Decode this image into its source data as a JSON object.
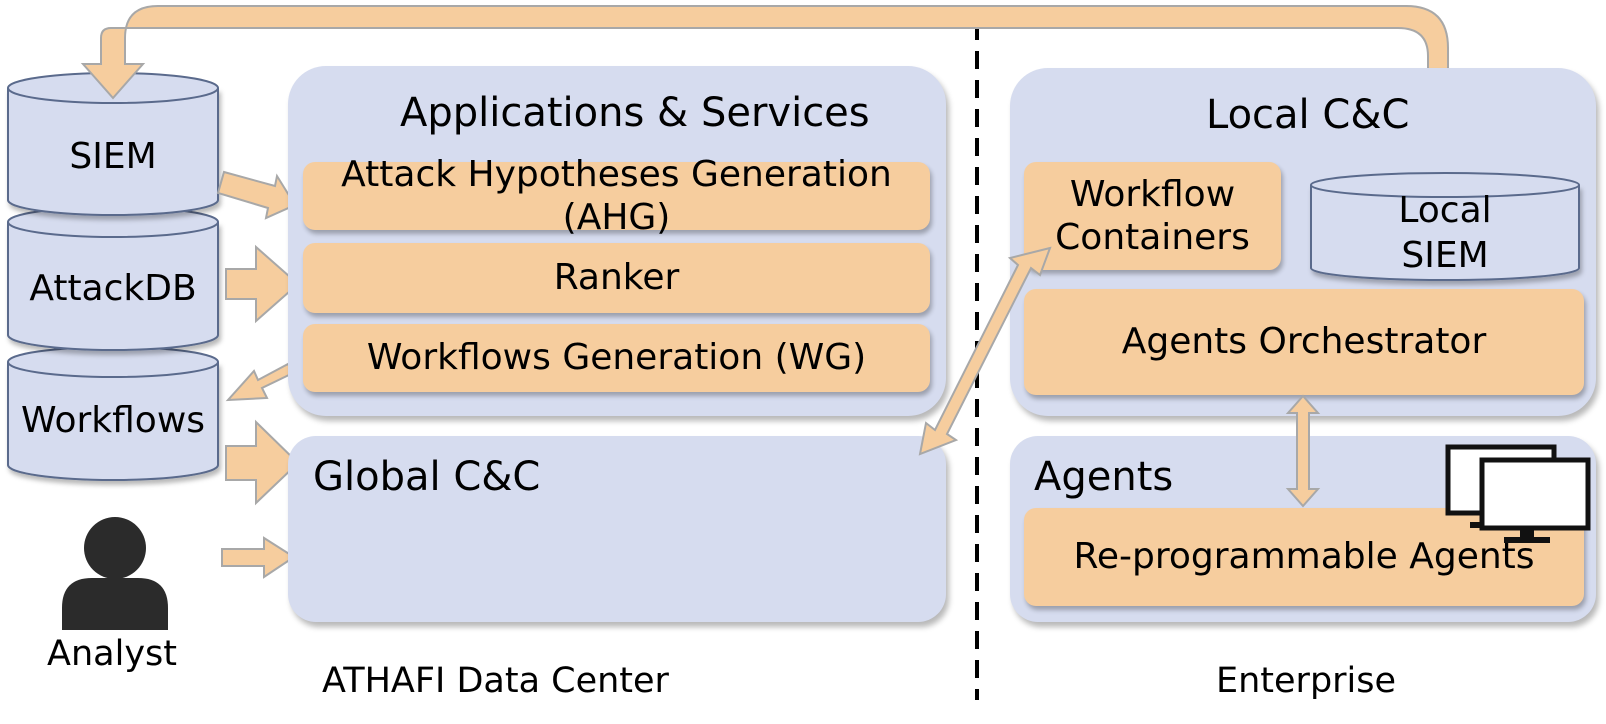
{
  "left_stack": {
    "siem": "SIEM",
    "attackdb": "AttackDB",
    "workflows": "Workflows"
  },
  "analyst_label": "Analyst",
  "apps_services": {
    "title": "Applications & Services",
    "ahg": "Attack Hypotheses Generation (AHG)",
    "ranker": "Ranker",
    "wg": "Workflows Generation (WG)"
  },
  "global_cc": {
    "title": "Global C&C"
  },
  "local_cc": {
    "title": "Local C&C",
    "workflow_containers": "Workflow Containers",
    "local_siem_line1": "Local",
    "local_siem_line2": "SIEM",
    "agents_orchestrator": "Agents Orchestrator"
  },
  "agents": {
    "title": "Agents",
    "reprogrammable": "Re-programmable Agents"
  },
  "captions": {
    "datacenter": "ATHAFI Data Center",
    "enterprise": "Enterprise"
  },
  "colors": {
    "region_fill": "#d6dcef",
    "box_fill": "#f6cd9e",
    "arrow_fill": "#f6cd9e",
    "cylinder_fill": "#d6dcef"
  },
  "icons": [
    "dashboard-chart-icon",
    "monitors-icon",
    "analyst-person-icon"
  ]
}
